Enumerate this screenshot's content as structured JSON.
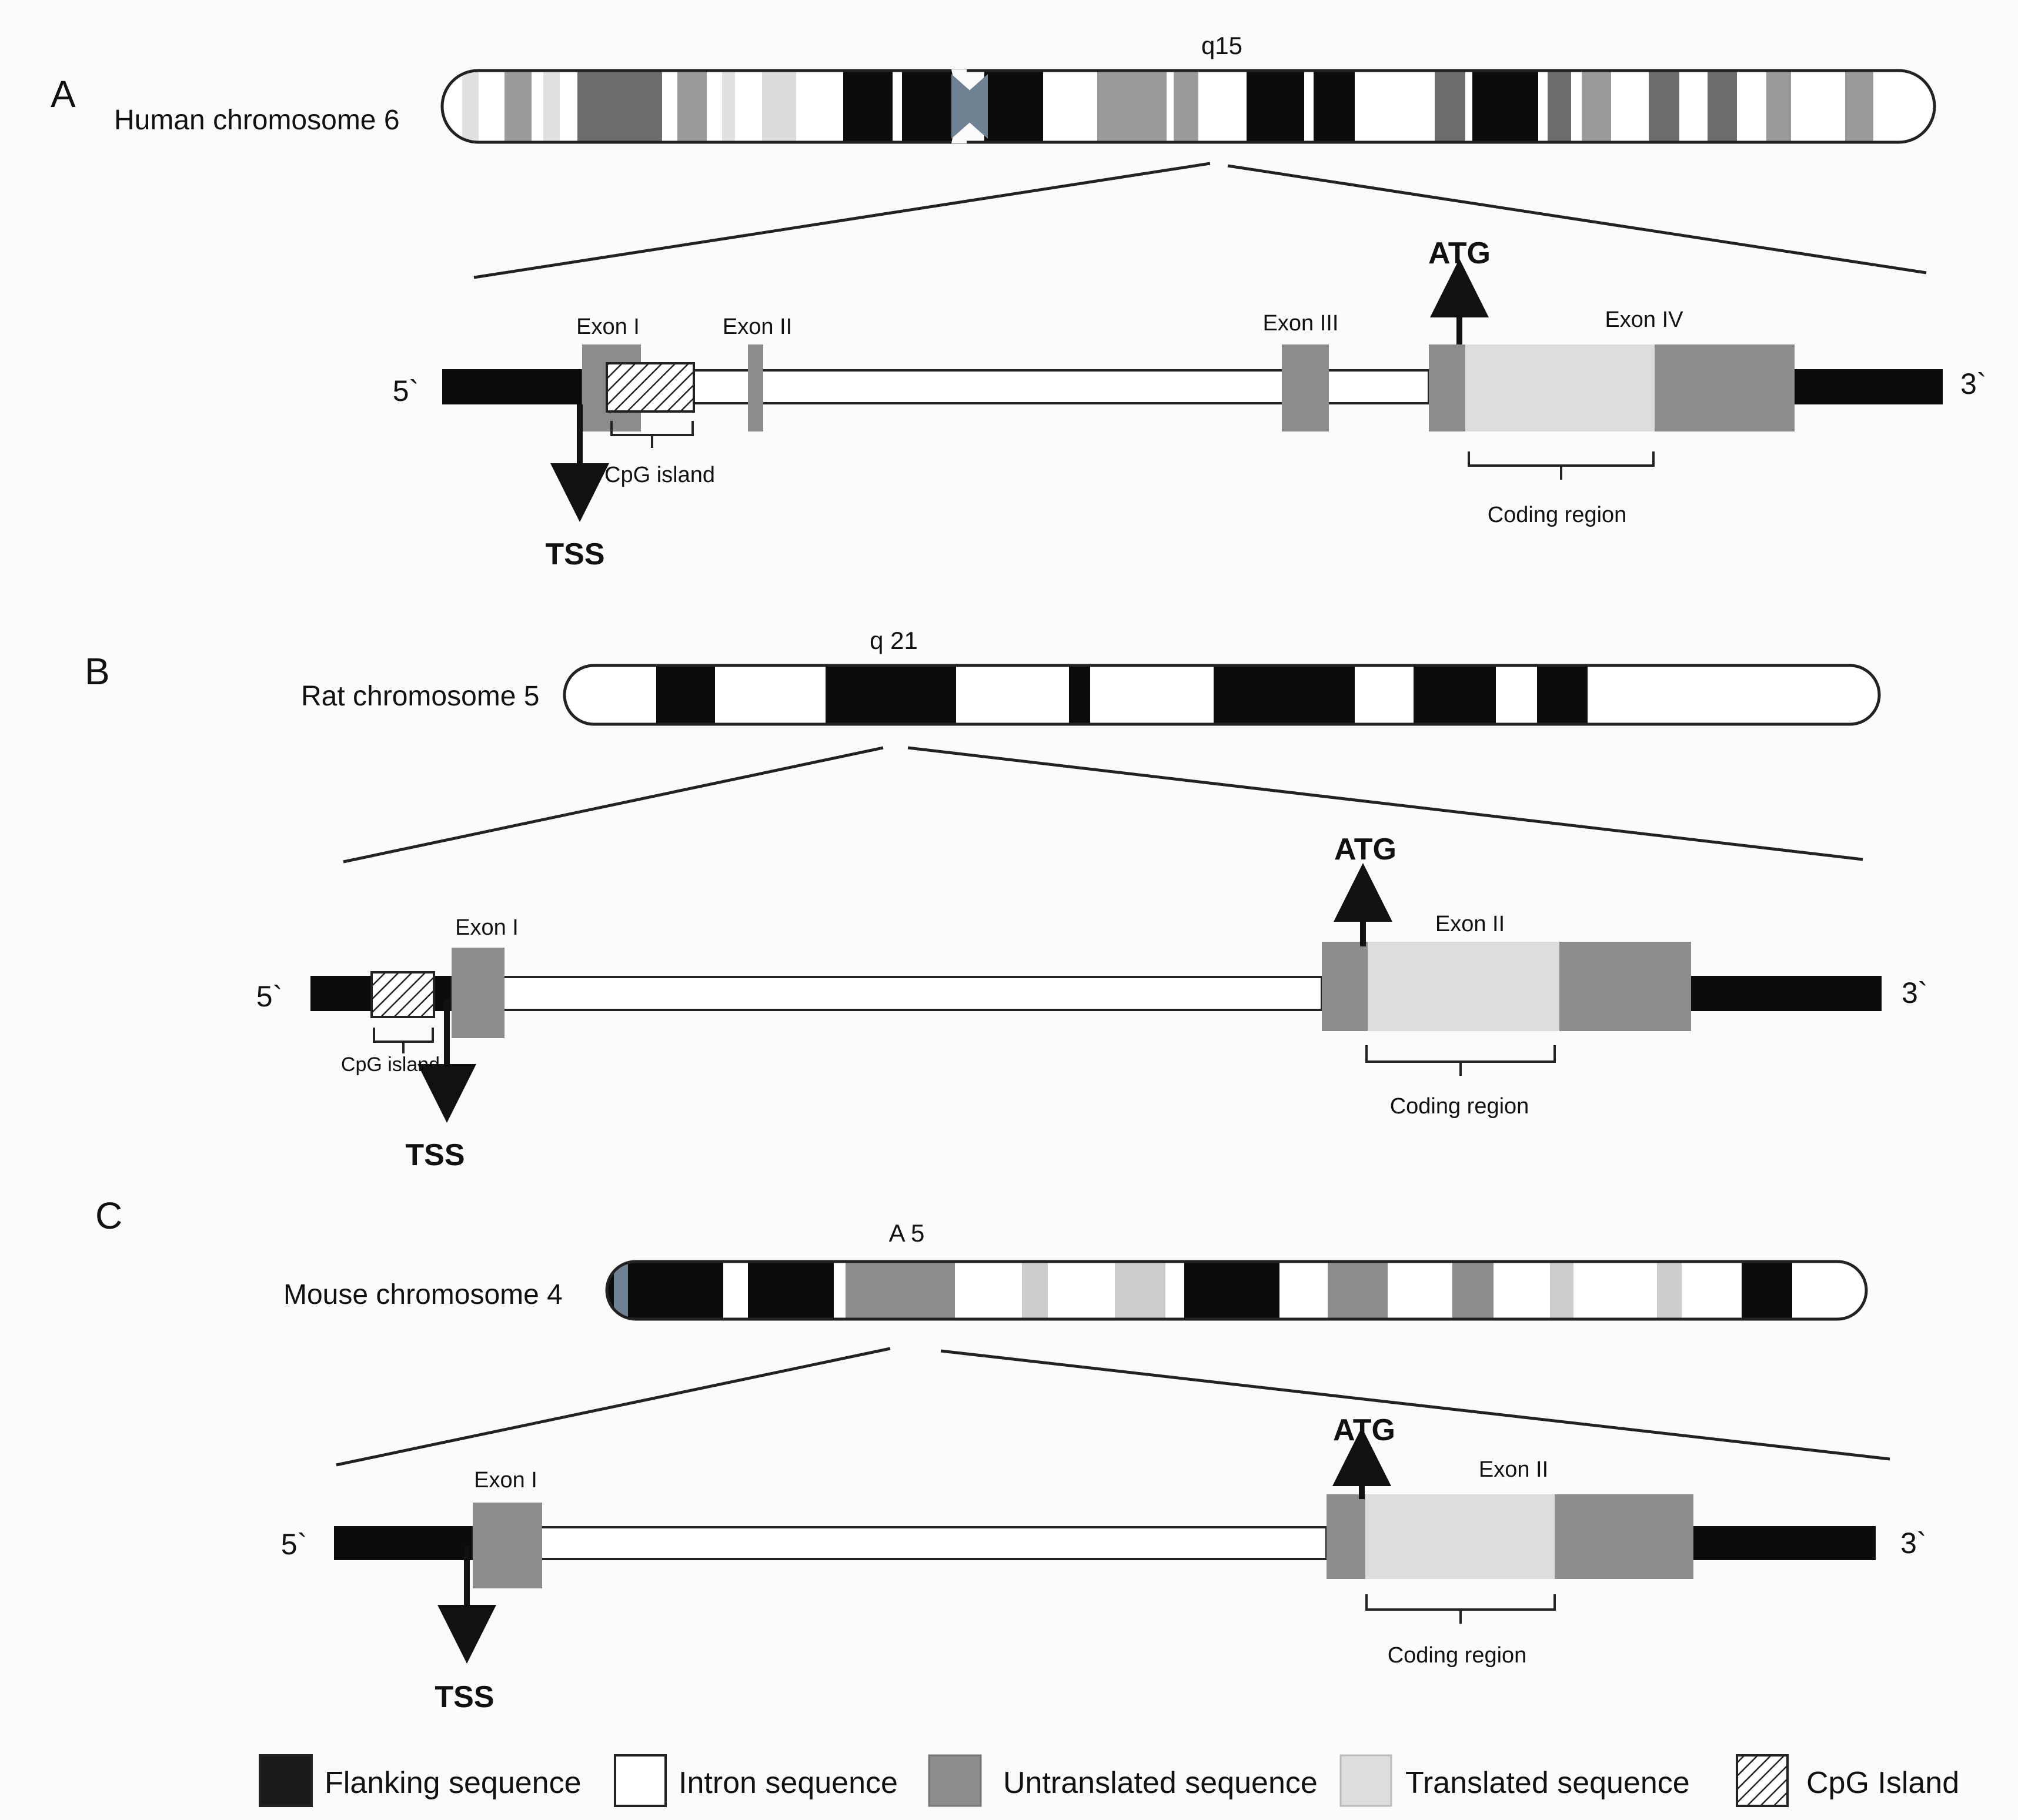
{
  "panels": [
    {
      "letter": "A",
      "chromosome": "Human chromosome 6",
      "band": "q15",
      "exons": [
        "Exon I",
        "Exon II",
        "Exon III",
        "Exon IV"
      ],
      "cpg": "CpG island",
      "tss": "TSS",
      "atg": "ATG",
      "coding": "Coding region",
      "five": "5`",
      "three": "3`"
    },
    {
      "letter": "B",
      "chromosome": "Rat chromosome 5",
      "band": "q 21",
      "exons": [
        "Exon I",
        "Exon II"
      ],
      "cpg": "CpG island",
      "tss": "TSS",
      "atg": "ATG",
      "coding": "Coding region",
      "five": "5`",
      "three": "3`"
    },
    {
      "letter": "C",
      "chromosome": "Mouse chromosome 4",
      "band": "A 5",
      "exons": [
        "Exon I",
        "Exon II"
      ],
      "tss": "TSS",
      "atg": "ATG",
      "coding": "Coding region",
      "five": "5`",
      "three": "3`"
    }
  ],
  "legend": [
    {
      "label": "Flanking sequence",
      "color": "#1a1a1a"
    },
    {
      "label": "Intron sequence",
      "color": "#ffffff"
    },
    {
      "label": "Untranslated sequence",
      "color": "#8c8c8c"
    },
    {
      "label": "Translated  sequence",
      "color": "#dddddd"
    },
    {
      "label": "CpG Island",
      "color": "hatch"
    }
  ]
}
